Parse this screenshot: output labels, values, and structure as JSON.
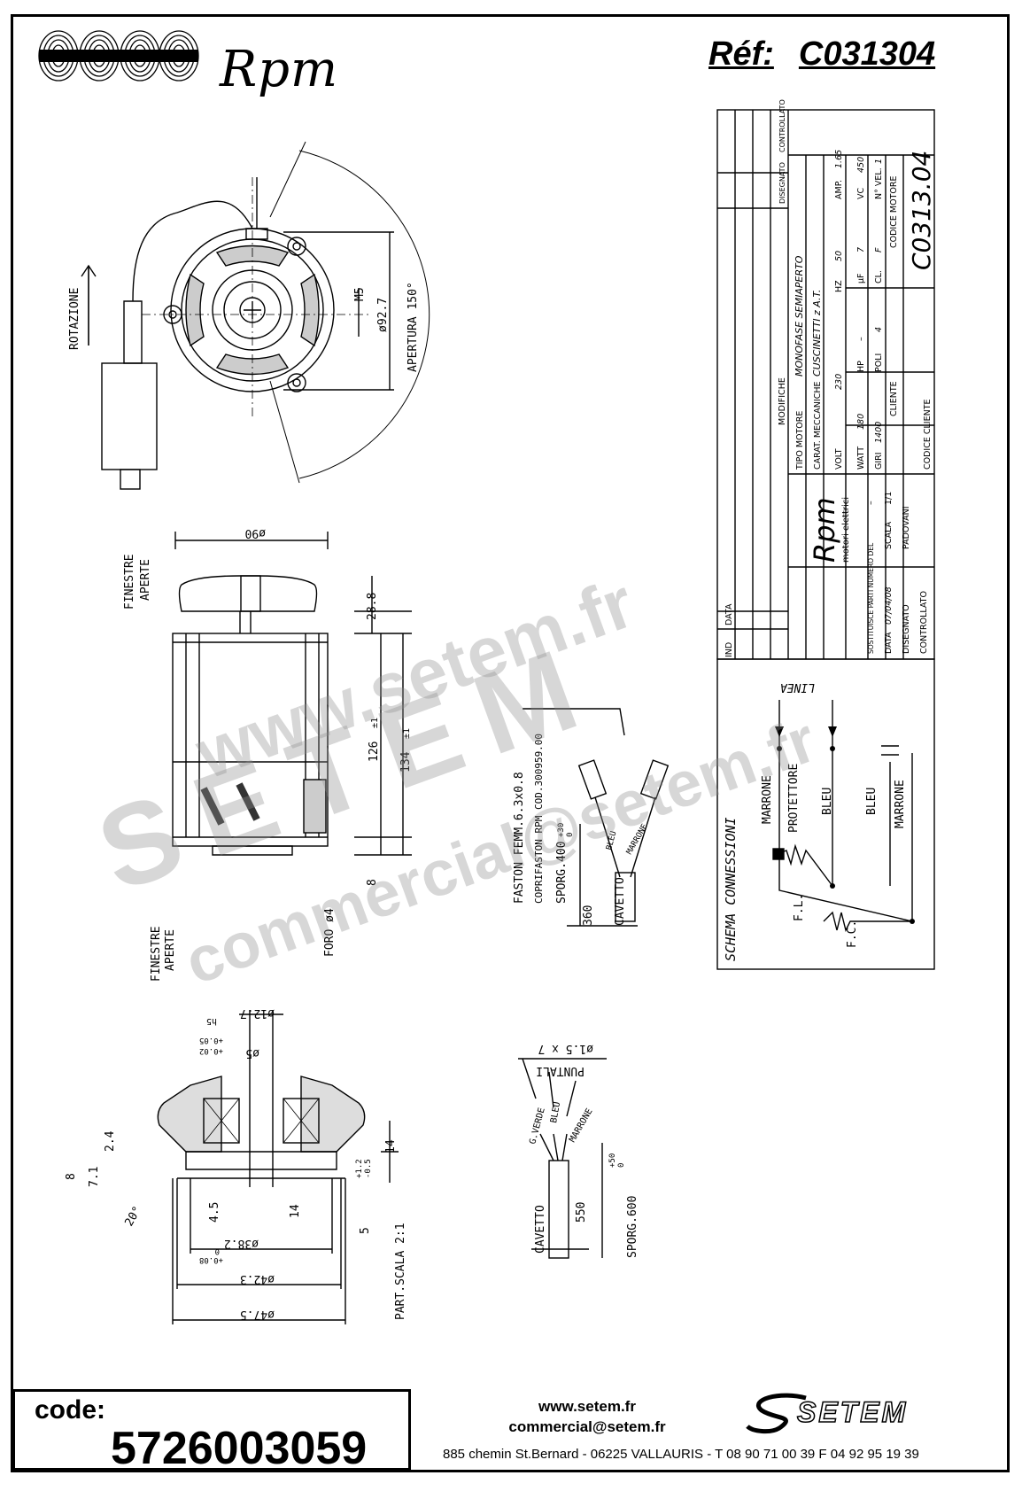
{
  "header": {
    "brand": "Rpm",
    "ref_label": "Réf:",
    "ref_value": "C031304"
  },
  "front_view": {
    "rotation_label": "ROTAZIONE",
    "m5_label": "M5",
    "diameter_label": "ø92.7",
    "aperture_label": "APERTURA 150°"
  },
  "side_view": {
    "finestre_top": "FINESTRE",
    "aperte_top": "APERTE",
    "finestre_bottom": "FINESTRE",
    "aperte_bottom": "APERTE",
    "diam90": "ø90",
    "dim_28_8": "28.8",
    "dim_126": "126",
    "dim_126_tol": "±1",
    "dim_134": "134",
    "dim_134_tol": "±1",
    "dim_8": "8",
    "foro": "FORO ø4"
  },
  "cable_top": {
    "faston": "FASTON FEMM.6.3x0.8",
    "coprifaston": "COPRIFASTON RPM COD.300959.00",
    "sporg": "SPORG.400",
    "sporg_tol_plus": "+30",
    "sporg_tol_minus": "0",
    "len360": "360",
    "cavetto": "CAVETTO",
    "bleu": "BLEU",
    "marrone": "MARRONE"
  },
  "shaft_detail": {
    "d12_7": "ø12.7",
    "h5": "h5",
    "tol_005": "+0.05",
    "tol_002": "+0.02",
    "d5": "ø5",
    "d2_4": "2.4",
    "d8": "8",
    "d7_1": "7.1",
    "d14a": "14",
    "d14b": "14",
    "d4_5": "4.5",
    "d5b": "5",
    "tol_12": "+1.2",
    "tol_05": "-0.5",
    "angle": "20°",
    "d38_2": "ø38.2",
    "d38_tol_a": "+0.08",
    "d38_tol_b": "0",
    "d42_3": "ø42.3",
    "d47_5": "ø47.5",
    "scale": "PART.SCALA 2:1"
  },
  "cable_bottom": {
    "puntali": "PUNTALI",
    "puntali_dim": "ø1.5 x 7",
    "gverde": "G.VERDE",
    "bleu": "BLEU",
    "marrone": "MARRONE",
    "cavetto": "CAVETTO",
    "len550": "550",
    "sporg600": "SPORG.600",
    "tol_plus": "+50",
    "tol_minus": "0"
  },
  "title_block": {
    "ind": "IND",
    "data": "DATA",
    "modifiche": "MODIFICHE",
    "disegnato": "DISEGNATO",
    "controllato": "CONTROLLATO",
    "tipo_motore_label": "TIPO MOTORE",
    "tipo_motore": "MONOFASE SEMIAPERTO",
    "carat_label": "CARAT. MECCANICHE",
    "carat": "CUSCINETTI z A.T.",
    "volt_label": "VOLT",
    "volt": "230",
    "hz_label": "HZ",
    "hz": "50",
    "amp_label": "AMP.",
    "amp": "1.65",
    "watt_label": "WATT",
    "watt": "180",
    "hp_label": "HP",
    "hp": "–",
    "uf_label": "µF",
    "uf": "7",
    "vc_label": "VC",
    "vc": "450",
    "giri_label": "GIRI",
    "giri": "1400",
    "poli_label": "POLI",
    "poli": "4",
    "cl_label": "CL.",
    "cl": "F",
    "nvel_label": "N° VEL.",
    "nvel": "1",
    "codice_motore_label": "CODICE MOTORE",
    "codice_motore": "C0313.04",
    "cliente_label": "CLIENTE",
    "codice_cliente_label": "CODICE CLIENTE",
    "sostituisce": "SOSTITUISCE PARTI NUMERO DEL",
    "sostituisce_val": "–",
    "data_label": "DATA",
    "data_val": "07/04/08",
    "scala_label": "SCALA",
    "scala_val": "1/1",
    "disegnato_label": "DISEGNATO",
    "disegnato_val": "PADOVANI",
    "controllato_label": "CONTROLLATO",
    "brand": "Rpm",
    "brand_sub": "motori elettrici"
  },
  "wiring": {
    "title": "SCHEMA CONNESSIONI",
    "linea": "LINEA",
    "marrone1": "MARRONE",
    "protettore": "PROTETTORE",
    "bleu1": "BLEU",
    "bleu2": "BLEU",
    "marrone2": "MARRONE",
    "fl": "F.L.",
    "fc": "F.C."
  },
  "watermark": {
    "site": "www.setem.fr",
    "company": "SETEM",
    "email": "commercial@setem.fr"
  },
  "footer": {
    "code_label": "code:",
    "code_value": "5726003059",
    "website": "www.setem.fr",
    "email": "commercial@setem.fr",
    "address": "885 chemin St.Bernard  -  06225 VALLAURIS  -  T 08 90 71 00 39   F 04 92 95 19 39",
    "logo_text": "SETEM"
  }
}
